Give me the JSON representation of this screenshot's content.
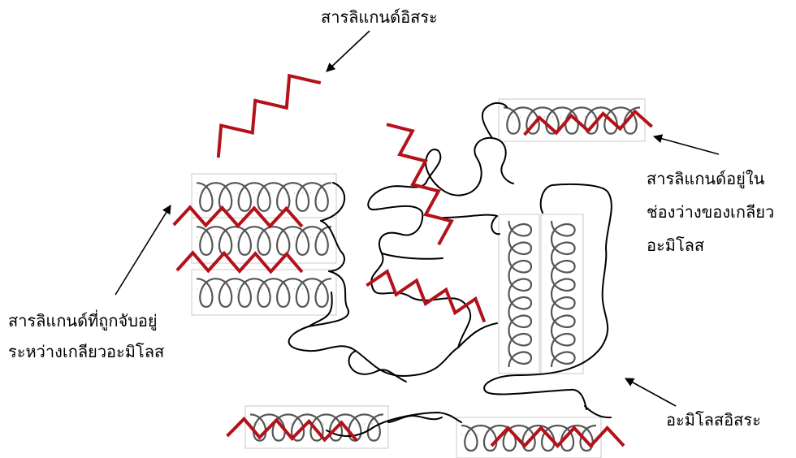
{
  "labels": {
    "free_ligand": "สารลิแกนด์อิสระ",
    "ligand_in_cavity": [
      "สารลิแกนด์อยู่ใน",
      "ช่องว่างของเกลียว",
      "อะมิโลส"
    ],
    "ligand_between_helices": [
      "สารลิแกนด์ที่ถูกจับอยู่",
      "ระหว่างเกลียวอะมิโลส"
    ],
    "free_amylose": "อะมิโลสอิสระ"
  },
  "colors": {
    "ligand": "#b3121a",
    "chain": "#000000",
    "helix": "#555555",
    "panel_border": "#c8c8c8"
  }
}
